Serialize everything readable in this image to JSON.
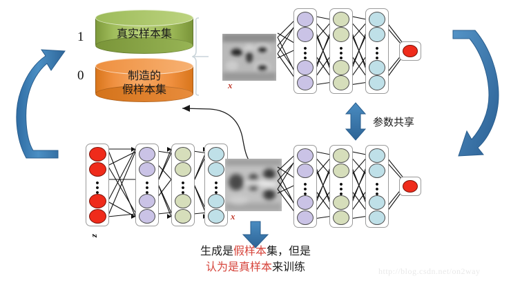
{
  "diagram": {
    "title_watermark": "http://blog.csdn.net/on2way",
    "labels": {
      "one": "1",
      "zero": "0"
    },
    "datasets": [
      {
        "name": "real-sample-set",
        "label": "真实样本集",
        "label_line2": "",
        "color": "#a0bd5c",
        "target_digit": "1"
      },
      {
        "name": "fake-sample-set",
        "label": "制造的",
        "label_line2": "假样本集",
        "color": "#ef9040",
        "target_digit": "0"
      }
    ],
    "annotations": {
      "param_sharing": "参数共享",
      "bottom_line1_a": "生成是",
      "bottom_line1_b": "假样本",
      "bottom_line1_c": "集，但是",
      "bottom_line2_a": "认为是真样本",
      "bottom_line2_b": "来训练"
    },
    "networks": {
      "discriminator_top": {
        "name": "discriminator-top",
        "input_label": "x",
        "layer_colors": [
          "#cac3e6",
          "#d6debb",
          "#bfe0e8"
        ],
        "output_color": "#ef2b1b"
      },
      "discriminator_bottom": {
        "name": "discriminator-bottom",
        "input_label": "x",
        "layer_colors": [
          "#cac3e6",
          "#d6debb",
          "#bfe0e8"
        ],
        "output_color": "#ef2b1b"
      },
      "generator": {
        "name": "generator",
        "input_label": "z",
        "input_color": "#ef2b1b",
        "layer_colors": [
          "#cac3e6",
          "#d6debb",
          "#bfe0e8"
        ]
      }
    },
    "arrows": {
      "left_loop": "curved-arrow-up-right",
      "right_loop": "curved-arrow-down-left",
      "share_arrow": "double-headed-vertical-arrow",
      "down_arrow": "down-arrow",
      "feedback_arrow": "thin-curved-arrow-to-fake-set",
      "brace": "curly-brace"
    }
  }
}
